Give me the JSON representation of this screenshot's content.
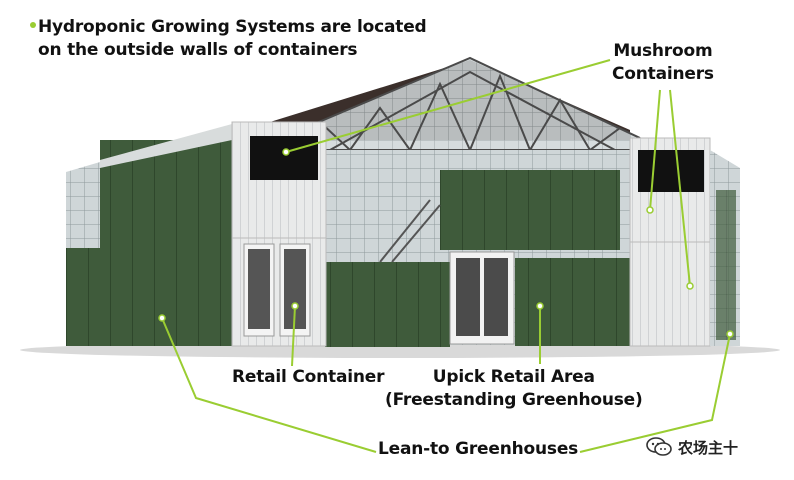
{
  "labels": {
    "hydroponic": [
      "Hydroponic Growing Systems are located",
      "on the outside walls of containers"
    ],
    "mushroom": [
      "Mushroom",
      "Containers"
    ],
    "retail": "Retail Container",
    "upick": [
      "Upick Retail Area",
      "(Freestanding Greenhouse)"
    ],
    "leanto": "Lean-to Greenhouses"
  },
  "watermark": {
    "text": "农场主十",
    "icon": "wechat-icon"
  },
  "colors": {
    "leader_line": "#9acd32",
    "container_white": "#eeeeee",
    "greenhouse_green": "#3d5a3a",
    "frame_steel": "#4a4a4a",
    "roof_dark": "#3a2e2a"
  }
}
